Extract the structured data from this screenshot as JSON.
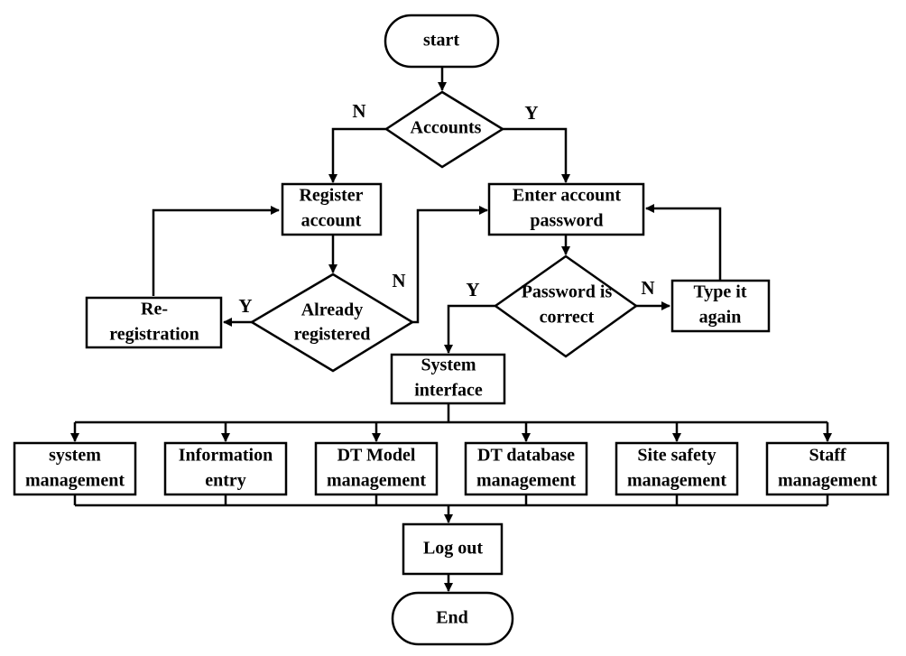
{
  "nodes": {
    "start": "start",
    "accounts": "Accounts",
    "register_account": [
      "Register",
      "account"
    ],
    "enter_account_password": [
      "Enter account",
      "password"
    ],
    "already_registered": [
      "Already",
      "registered"
    ],
    "re_registration": [
      "Re-",
      "registration"
    ],
    "password_is_correct": [
      "Password is",
      "correct"
    ],
    "type_it_again": [
      "Type it",
      "again"
    ],
    "system_interface": [
      "System",
      "interface"
    ],
    "modules": [
      [
        "system",
        "management"
      ],
      [
        "Information",
        "entry"
      ],
      [
        "DT Model",
        "management"
      ],
      [
        "DT database",
        "management"
      ],
      [
        "Site safety",
        "management"
      ],
      [
        "Staff",
        "management"
      ]
    ],
    "log_out": "Log out",
    "end": "End"
  },
  "edge_labels": {
    "accounts_no": "N",
    "accounts_yes": "Y",
    "registered_yes": "Y",
    "registered_no": "N",
    "password_yes": "Y",
    "password_no": "N"
  }
}
